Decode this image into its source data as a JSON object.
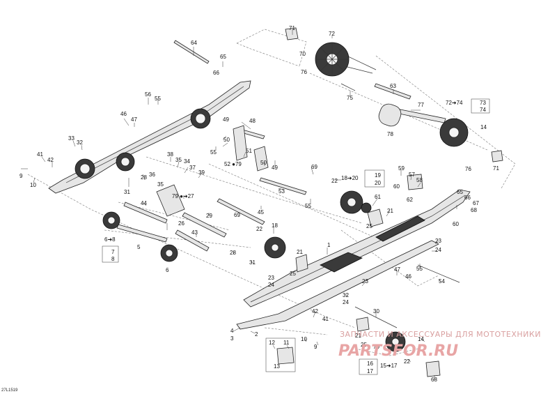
{
  "diagram": {
    "drawing_id": "27L1519",
    "watermark": {
      "line1": "ЗАПЧАСТИ И АКСЕССУАРЫ ДЛЯ МОТОТЕХНИКИ",
      "logo": "PARTSFOR.RU"
    },
    "part_numbers": {
      "n1": "1",
      "n2": "2",
      "n3": "3",
      "n4": "4",
      "n5": "5",
      "n6": "6",
      "n9": "9",
      "n10": "10",
      "n11": "11",
      "n12": "12",
      "n13": "13",
      "n14": "14",
      "n18": "18",
      "n21": "21",
      "n22": "22",
      "n23": "23",
      "n24": "24",
      "n25": "25",
      "n26": "26",
      "n27": "27",
      "n28": "28",
      "n29": "29",
      "n30": "30",
      "n31": "31",
      "n32": "32",
      "n33": "33",
      "n34": "34",
      "n35": "35",
      "n36": "36",
      "n37": "37",
      "n38": "38",
      "n39": "39",
      "n41": "41",
      "n42": "42",
      "n43": "43",
      "n44": "44",
      "n45": "45",
      "n46": "46",
      "n47": "47",
      "n48": "48",
      "n49": "49",
      "n50": "50",
      "n51": "51",
      "n52": "52",
      "n53": "53",
      "n54": "54",
      "n55": "55",
      "n56": "56",
      "n57": "57",
      "n58": "58",
      "n59": "59",
      "n60": "60",
      "n61": "61",
      "n62": "62",
      "n63": "63",
      "n64": "64",
      "n65": "65",
      "n66": "66",
      "n67": "67",
      "n68": "68",
      "n69": "69",
      "n70": "70",
      "n71": "71",
      "n72": "72",
      "n75": "75",
      "n76": "76",
      "n77": "77",
      "n78": "78",
      "n79": "79",
      "n8": "8",
      "n16": "16",
      "n17": "17",
      "n19": "19",
      "n20": "20",
      "n73": "73",
      "n74": "74",
      "n7": "7"
    },
    "callouts": {
      "c6_8": "6➜8",
      "c15_17": "15➜17",
      "c18_20": "18➜20",
      "c72_74": "72➜74",
      "c52_79": "52 ●79",
      "c79_27": "79 ●➜27"
    }
  }
}
